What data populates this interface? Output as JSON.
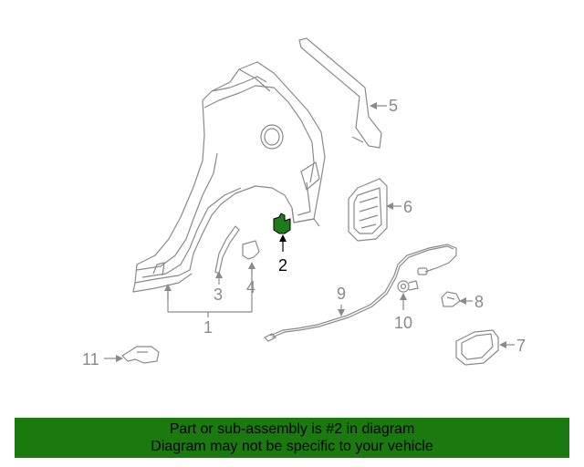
{
  "colors": {
    "line_art": "#8a8a8a",
    "highlight_part": "#1f7a1a",
    "banner_background": "#1a7a0f",
    "banner_text": "#000000"
  },
  "callouts": {
    "c1": "1",
    "c2": "2",
    "c3": "3",
    "c4": "4",
    "c5": "5",
    "c6": "6",
    "c7": "7",
    "c8": "8",
    "c9": "9",
    "c10": "10",
    "c11": "11"
  },
  "highlighted_part": "2",
  "banner": {
    "line1": "Part or sub-assembly is #2 in diagram",
    "line2": "Diagram may not be specific to your vehicle"
  }
}
